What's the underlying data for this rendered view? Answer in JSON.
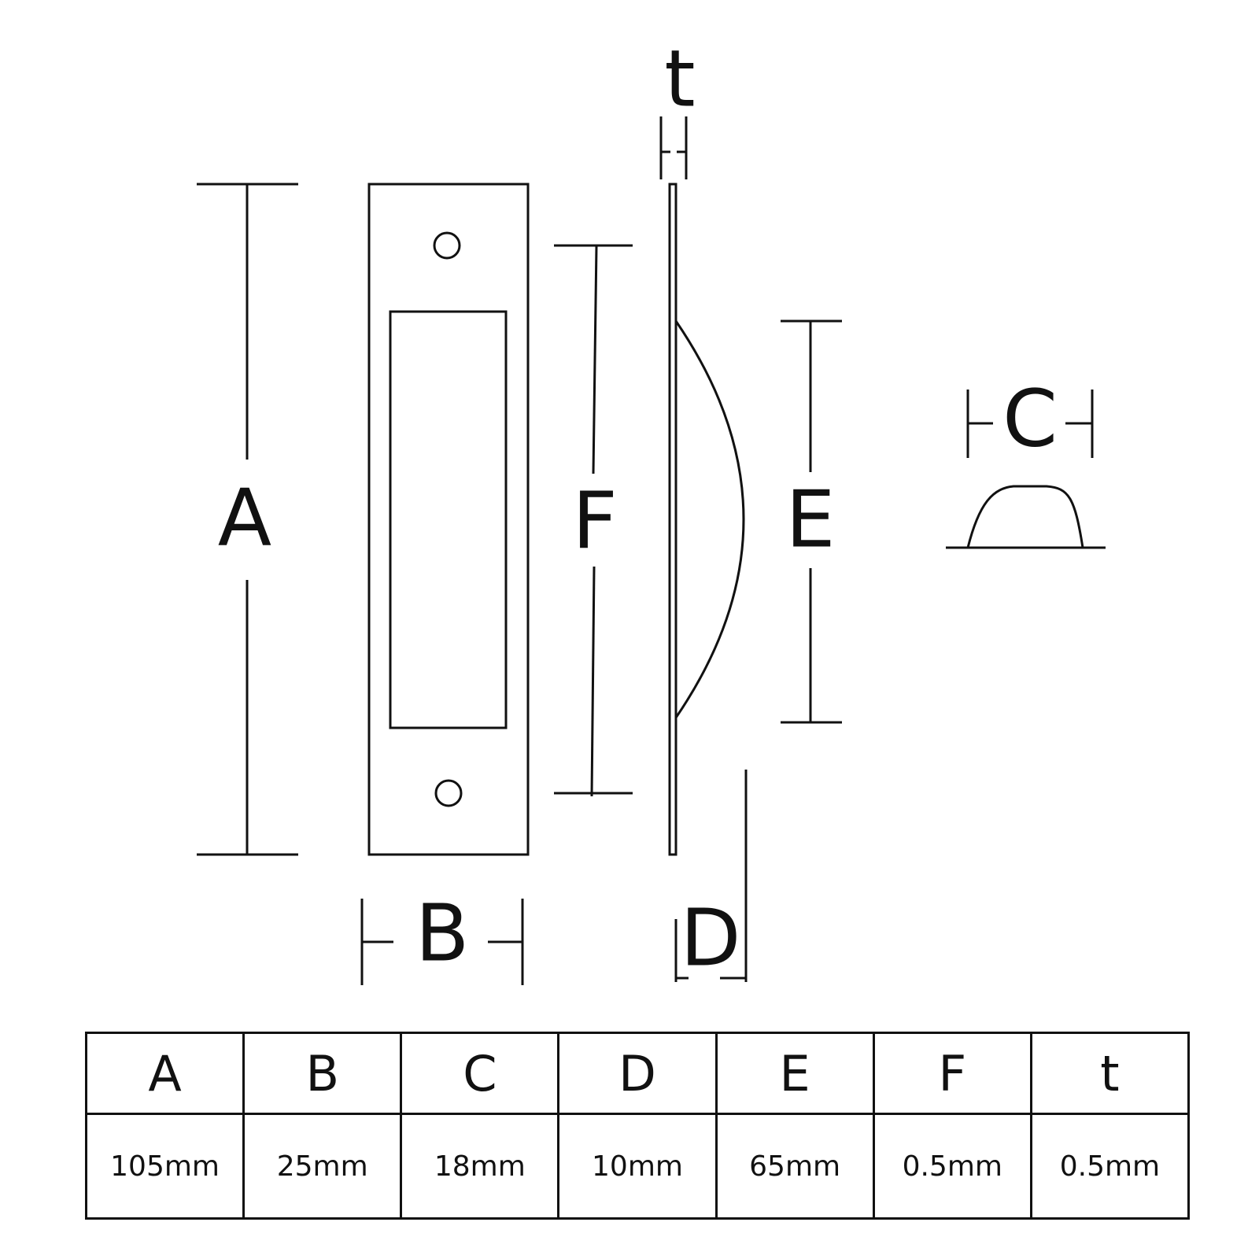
{
  "labels": {
    "a": "A",
    "b": "B",
    "c": "C",
    "d": "D",
    "e": "E",
    "f": "F",
    "t": "t"
  },
  "table": {
    "headers": [
      "A",
      "B",
      "C",
      "D",
      "E",
      "F",
      "t"
    ],
    "values": [
      "105mm",
      "25mm",
      "18mm",
      "10mm",
      "65mm",
      "0.5mm",
      "0.5mm"
    ]
  }
}
